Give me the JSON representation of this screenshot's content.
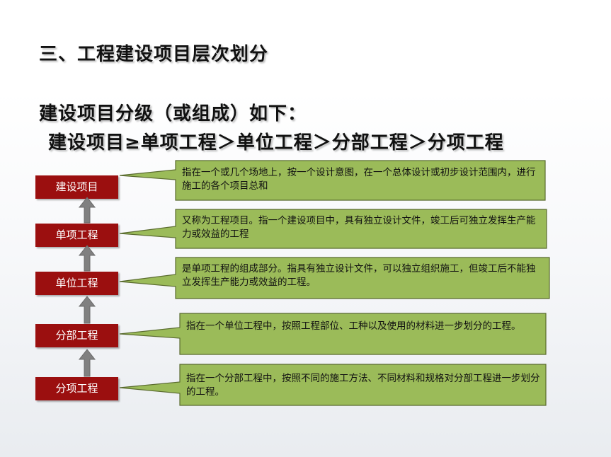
{
  "title": "三、工程建设项目层次划分",
  "subtitle": "建设项目分级（或组成）如下：",
  "hierarchy": "建设项目≥单项工程＞单位工程＞分部工程＞分项工程",
  "levels": [
    {
      "label": "建设项目",
      "description": "指在一个或几个场地上，按一个设计意图，在一个总体设计或初步设计范围内，进行施工的各个项目总和"
    },
    {
      "label": "单项工程",
      "description": "又称为工程项目。指一个建设项目中，具有独立设计文件，竣工后可独立发挥生产能力或效益的工程"
    },
    {
      "label": "单位工程",
      "description": "是单项工程的组成部分。指具有独立设计文件，可以独立组织施工，但竣工后不能独立发挥生产能力或效益的工程。"
    },
    {
      "label": "分部工程",
      "description": "指在一个单位工程中，按照工程部位、工种以及使用的材料进一步划分的工程。"
    },
    {
      "label": "分项工程",
      "description": "指在一个分部工程中，按照不同的施工方法、不同材料和规格对分部工程进一步划分的工程。"
    }
  ],
  "colors": {
    "level_box": "#9b0f0f",
    "callout_fill": "#9bbb59",
    "callout_stroke": "#5a6b2f",
    "arrow": "#808080"
  }
}
